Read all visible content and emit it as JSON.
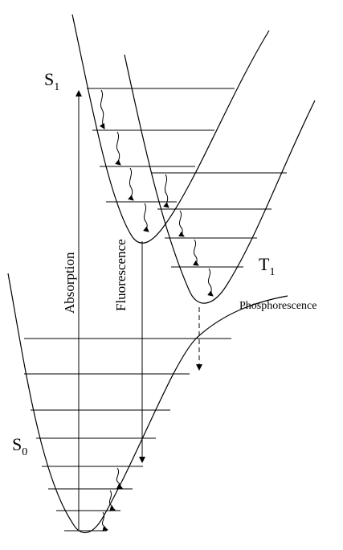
{
  "labels": {
    "s1_main": "S",
    "s1_sub": "1",
    "s0_main": "S",
    "s0_sub": "0",
    "t1_main": "T",
    "t1_sub": "1",
    "absorption": "Absorption",
    "fluorescence": "Fluorescence",
    "phosphorescence": "Phosphorescence"
  }
}
